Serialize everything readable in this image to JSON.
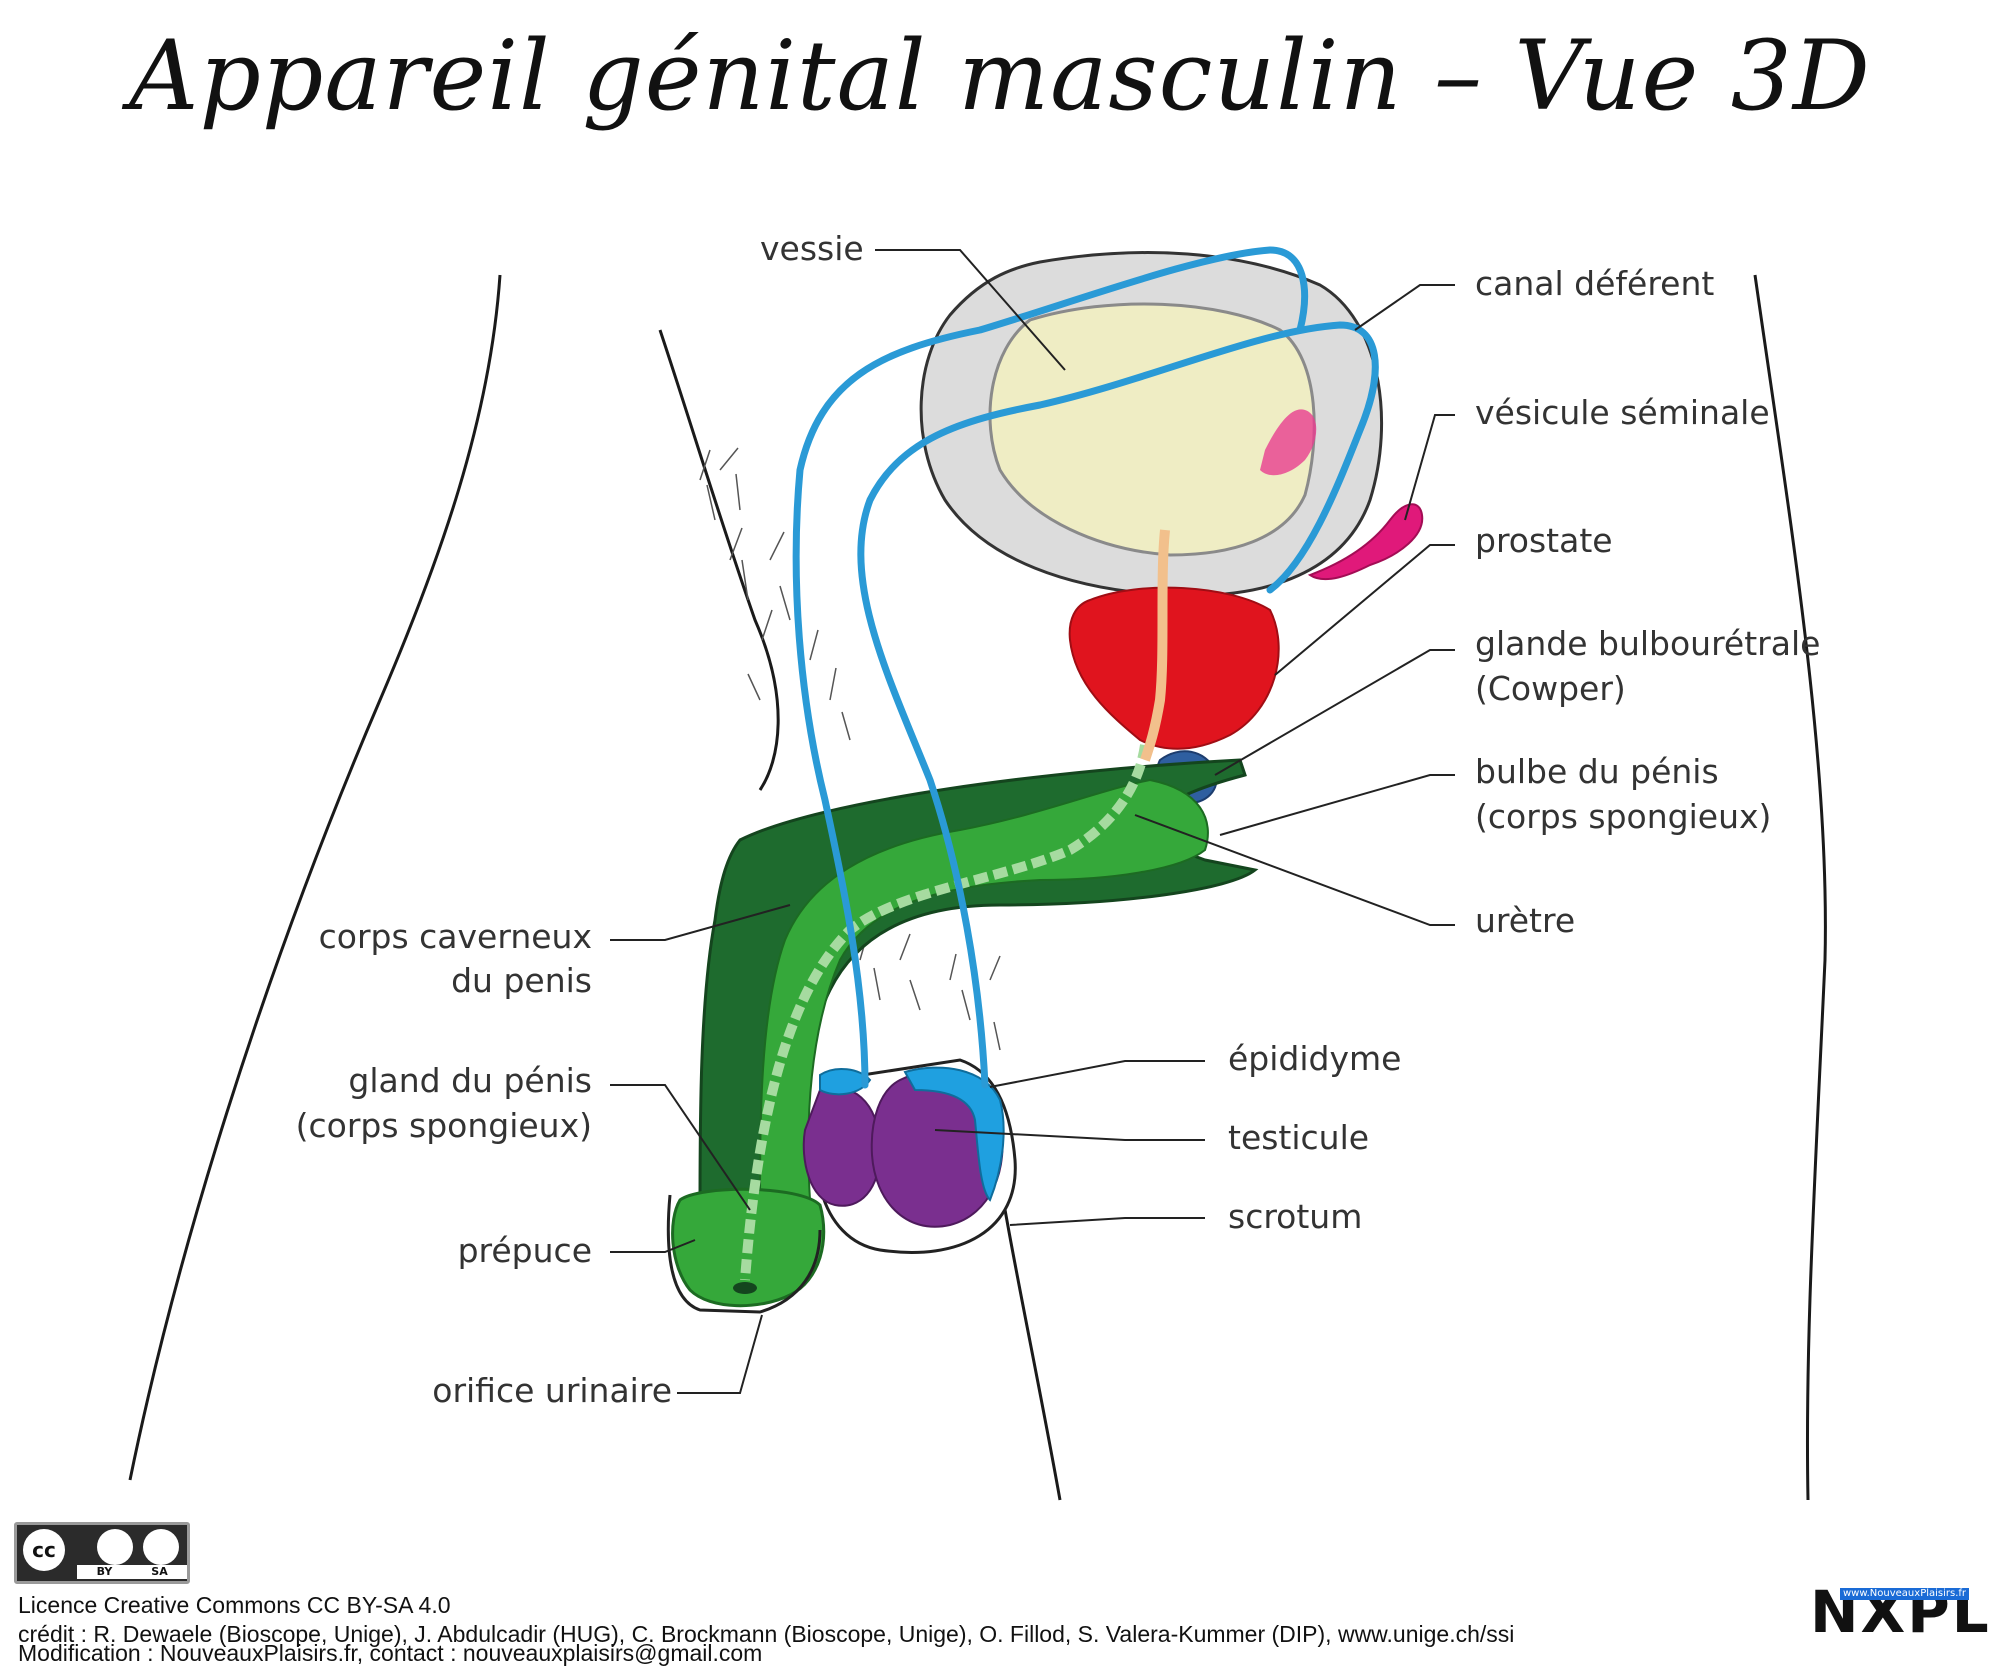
{
  "title": "Appareil génital masculin – Vue 3D",
  "labels": {
    "vessie": "vessie",
    "canal_deferent": "canal déférent",
    "vesicule_seminale": "vésicule séminale",
    "prostate": "prostate",
    "glande_line1": "glande bulbourétrale",
    "glande_line2": "(Cowper)",
    "bulbe_line1": "bulbe du pénis",
    "bulbe_line2": "(corps spongieux)",
    "uretre": "urètre",
    "corps_cav_line1": "corps caverneux",
    "corps_cav_line2": "du penis",
    "gland_line1": "gland du pénis",
    "gland_line2": "(corps spongieux)",
    "prepuce": "prépuce",
    "orifice": "orifice urinaire",
    "epididyme": "épididyme",
    "testicule": "testicule",
    "scrotum": "scrotum"
  },
  "license": {
    "badge_by": "BY",
    "badge_sa": "SA",
    "badge_cc": "cc",
    "line1": "Licence Creative Commons CC BY-SA 4.0",
    "line2": "crédit : R. Dewaele (Bioscope, Unige), J. Abdulcadir (HUG), C. Brockmann (Bioscope, Unige), O. Fillod, S. Valera-Kummer (DIP), www.unige.ch/ssi",
    "line3": "Modification : NouveauxPlaisirs.fr, contact : nouveauxplaisirs@gmail.com"
  },
  "logo": {
    "text": "NXPL",
    "url": "www.NouveauxPlaisirs.fr"
  },
  "colors": {
    "bladder_outer": "#dcdcdc",
    "bladder_inner": "#efedc4",
    "vas_deferens": "#2a9ad6",
    "prostate": "#e0141e",
    "seminal_vesicle": "#e0197a",
    "cowper_gland": "#2f5fa0",
    "corpus_cavernosum_dark": "#1e6b2e",
    "corpus_spongiosum": "#35a83a",
    "urethra": "#a6dba0",
    "testicle": "#7a2f8f",
    "epididymis": "#1fa0e0"
  }
}
